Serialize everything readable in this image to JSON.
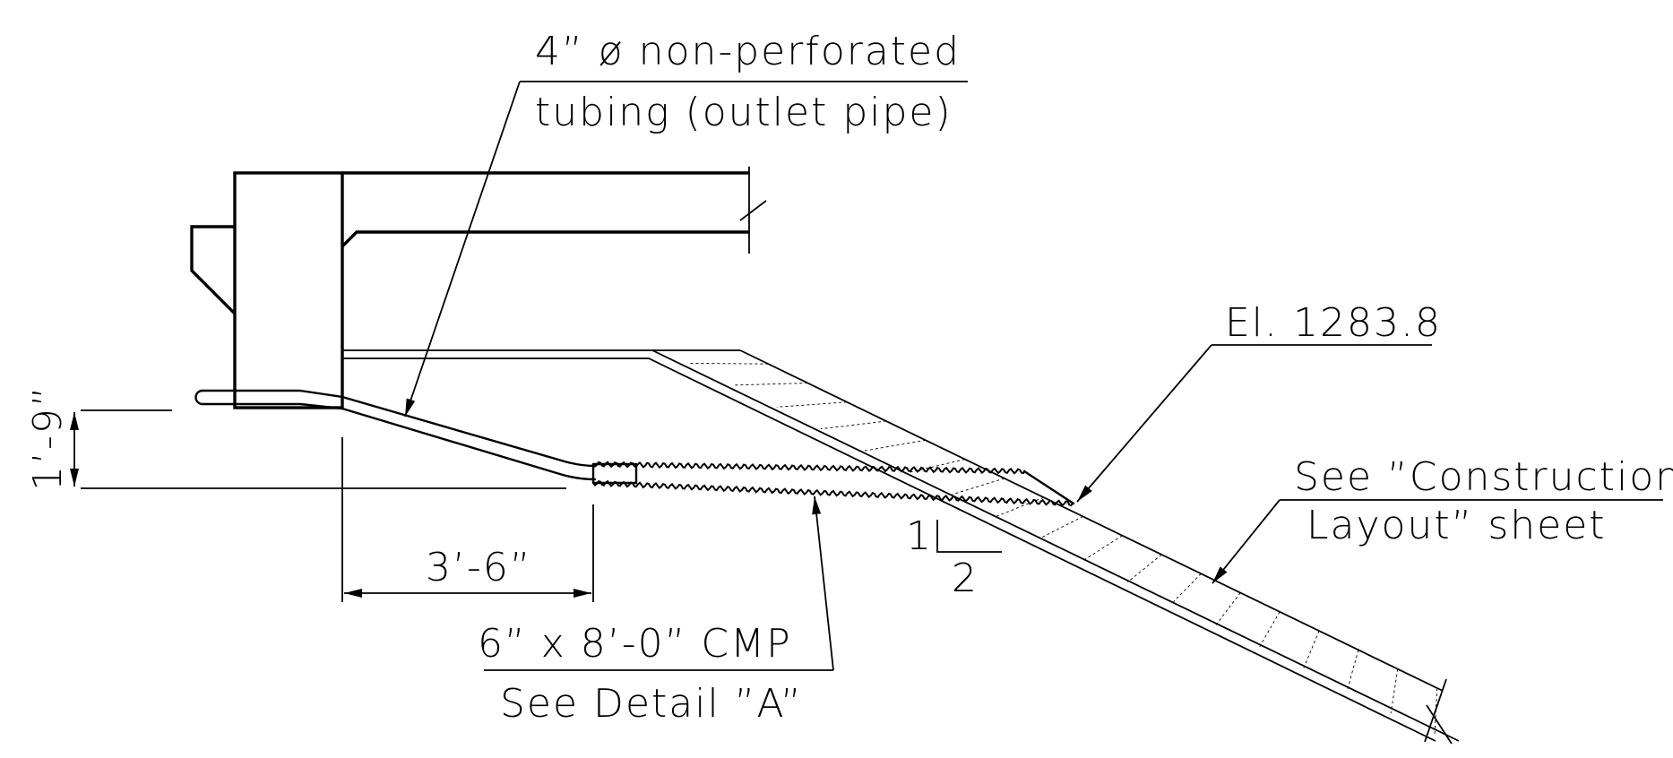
{
  "labels": {
    "outlet_pipe_line1": "4” ø non-perforated",
    "outlet_pipe_line2": "tubing (outlet pipe)",
    "elevation": "El. 1283.8",
    "construction_line1": "See ”Construction",
    "construction_line2": "Layout” sheet",
    "cmp_line1": "6” x 8’-0” CMP",
    "cmp_line2": "See Detail ”A”"
  },
  "dimensions": {
    "vertical": "1’-9”",
    "horizontal": "3’-6”"
  },
  "slope": {
    "rise": "1",
    "run": "2"
  }
}
